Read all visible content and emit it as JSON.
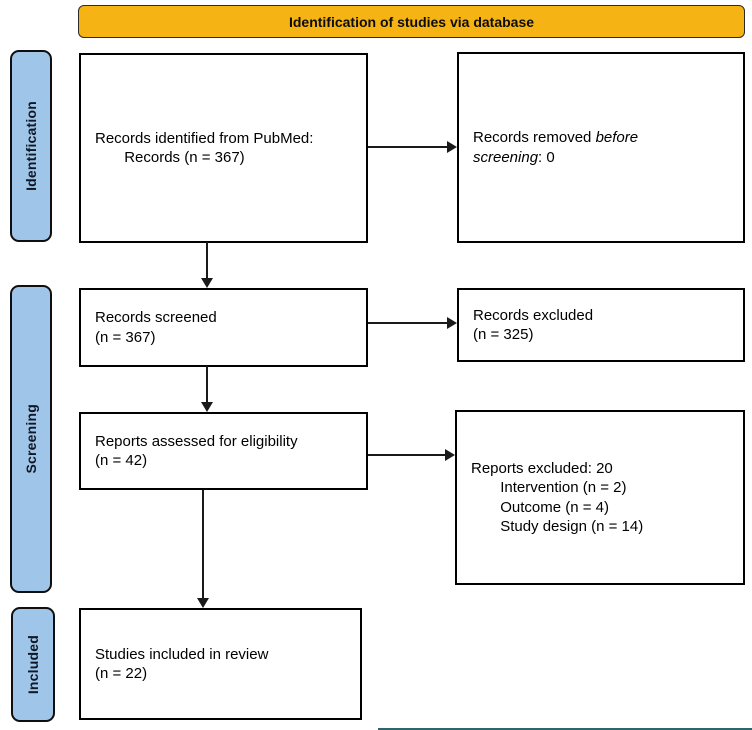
{
  "banner": {
    "label": "Identification of studies via database"
  },
  "stages": [
    {
      "label": "Identification"
    },
    {
      "label": "Screening"
    },
    {
      "label": "Included"
    }
  ],
  "boxes": {
    "identified": {
      "text": "Records identified from PubMed:\n       Records (n = 367)"
    },
    "removed": {
      "seg1": "Records removed ",
      "seg2_italic": "before\nscreening",
      "seg3": ": 0"
    },
    "screened": {
      "text": "Records screened\n(n = 367)"
    },
    "excluded": {
      "text": "Records excluded\n(n = 325)"
    },
    "assessed": {
      "text": "Reports assessed for eligibility\n(n = 42)"
    },
    "reports_excluded": {
      "text": "Reports excluded: 20\n       Intervention (n = 2)\n       Outcome (n = 4)\n       Study design (n = 14)"
    },
    "included": {
      "text": "Studies included in review\n(n = 22)"
    }
  },
  "colors": {
    "banner_fill": "#F5B314",
    "stage_fill": "#9FC5E8",
    "box_border": "#000000",
    "arrow": "#1a1a1a",
    "bottom_edge_line": "#2E6470"
  }
}
